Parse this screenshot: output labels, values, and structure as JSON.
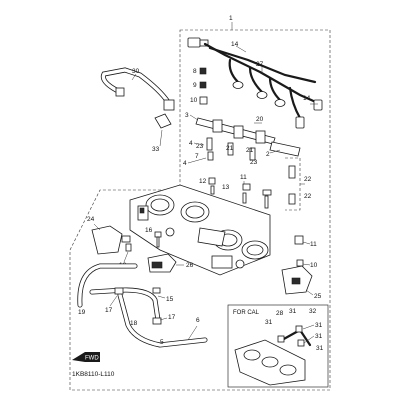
{
  "diagram": {
    "page_code": "1KB8110-L110",
    "inset_label": "FOR CAL",
    "fwd_label": "FWD",
    "callouts": {
      "c1": "1",
      "c14a": "14",
      "c27": "27",
      "c14b": "14",
      "c8": "8",
      "c9": "9",
      "c10": "10",
      "c30": "30",
      "c3": "3",
      "c33": "33",
      "c20": "20",
      "c4a": "4",
      "c21a": "21",
      "c23a": "23",
      "c7": "7",
      "c4b": "4",
      "c21b": "21",
      "c23b": "23",
      "c2": "2",
      "c22a": "22",
      "c12": "12",
      "c13": "13",
      "c11a": "11",
      "c22b": "22",
      "c24": "24",
      "c16": "16",
      "c10b": "10",
      "c26": "26",
      "c11b": "11",
      "c10c": "10",
      "c19": "19",
      "c17a": "17",
      "c15": "15",
      "c18": "18",
      "c17b": "17",
      "c6": "6",
      "c5": "5",
      "c25": "25",
      "c28": "28",
      "c31a": "31",
      "c32": "32",
      "c31b": "31",
      "c31c": "31",
      "c31d": "31",
      "c31e": "31"
    }
  }
}
